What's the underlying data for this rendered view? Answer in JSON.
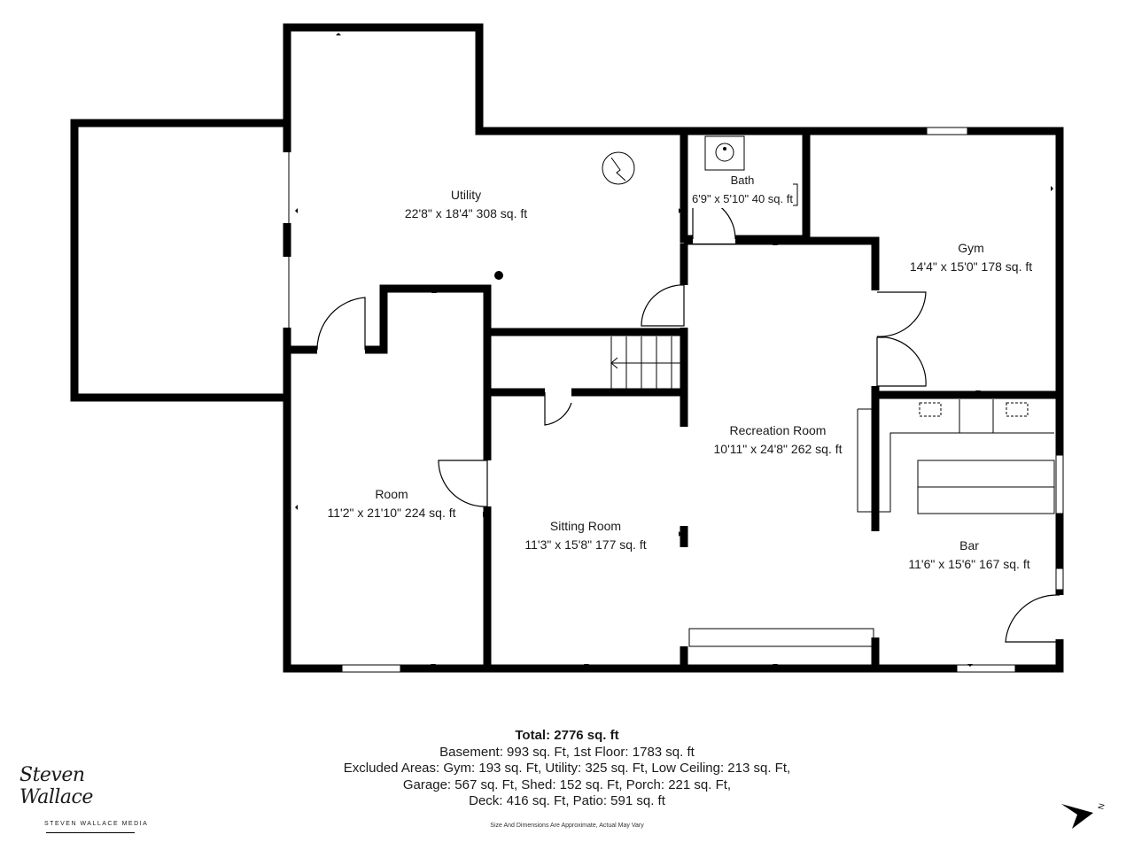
{
  "rooms": {
    "utility": {
      "name": "Utility",
      "dims": "22'8\" x 18'4\" 308 sq. ft"
    },
    "bath": {
      "name": "Bath",
      "dims": "6'9\" x 5'10\" 40 sq. ft"
    },
    "gym": {
      "name": "Gym",
      "dims": "14'4\" x 15'0\" 178 sq. ft"
    },
    "room": {
      "name": "Room",
      "dims": "11'2\" x 21'10\" 224 sq. ft"
    },
    "sitting": {
      "name": "Sitting Room",
      "dims": "11'3\" x 15'8\" 177 sq. ft"
    },
    "recreation": {
      "name": "Recreation Room",
      "dims": "10'11\" x 24'8\" 262 sq. ft"
    },
    "bar": {
      "name": "Bar",
      "dims": "11'6\" x 15'6\" 167 sq. ft"
    }
  },
  "summary": {
    "total": "Total: 2776 sq. ft",
    "line1": "Basement: 993 sq. Ft, 1st Floor: 1783 sq. ft",
    "line2": "Excluded Areas: Gym: 193 sq. Ft, Utility: 325 sq. Ft, Low Ceiling: 213 sq. Ft,",
    "line3": "Garage: 567 sq. Ft, Shed: 152 sq. Ft, Porch: 221 sq. Ft,",
    "line4": "Deck: 416 sq. Ft, Patio: 591 sq. ft"
  },
  "disclaimer": "Size And Dimensions Are Approximate, Actual May Vary",
  "logo": {
    "script": "Steven Wallace",
    "caption": "STEVEN WALLACE MEDIA"
  },
  "compass": {
    "icon": "north-arrow-icon",
    "letter": "N"
  },
  "colors": {
    "wall": "#000000",
    "background": "#ffffff",
    "text": "#1a1a1a"
  }
}
